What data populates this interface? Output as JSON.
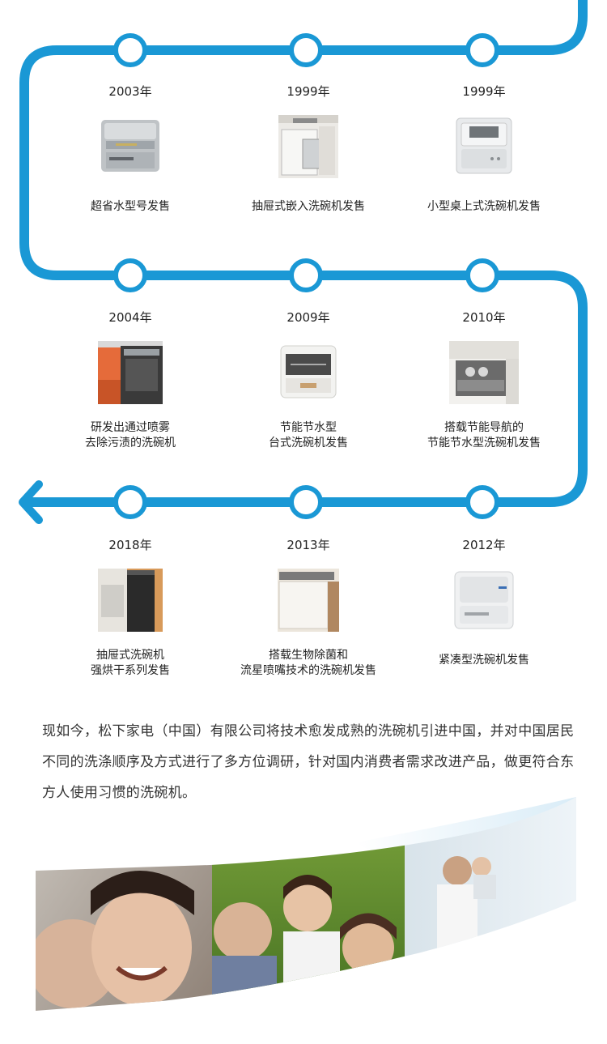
{
  "timeline": {
    "accent_color": "#1a98d5",
    "rows": [
      {
        "direction": "right-to-left",
        "milestones": [
          {
            "year": "2003年",
            "caption": "超省水型号发售",
            "icon": "countertop-dishwasher-silver"
          },
          {
            "year": "1999年",
            "caption": "抽屉式嵌入洗碗机发售",
            "icon": "drawer-dishwasher"
          },
          {
            "year": "1999年",
            "caption": "小型桌上式洗碗机发售",
            "icon": "compact-countertop-dishwasher"
          }
        ]
      },
      {
        "direction": "left-to-right",
        "milestones": [
          {
            "year": "2004年",
            "caption": "研发出通过喷雾\n去除污渍的洗碗机",
            "icon": "built-in-dishwasher-orange-kitchen"
          },
          {
            "year": "2009年",
            "caption": "节能节水型\n台式洗碗机发售",
            "icon": "countertop-dishwasher-white"
          },
          {
            "year": "2010年",
            "caption": "搭载节能导航的\n节能节水型洗碗机发售",
            "icon": "open-drawer-dishwasher"
          }
        ]
      },
      {
        "direction": "right-to-left",
        "milestones": [
          {
            "year": "2018年",
            "caption": "抽屉式洗碗机\n强烘干系列发售",
            "icon": "black-drawer-dishwasher"
          },
          {
            "year": "2013年",
            "caption": "搭载生物除菌和\n流星喷嘴技术的洗碗机发售",
            "icon": "white-drawer-dishwasher"
          },
          {
            "year": "2012年",
            "caption": "紧凑型洗碗机发售",
            "icon": "compact-dishwasher-white"
          }
        ]
      }
    ]
  },
  "intro": {
    "text": "现如今，松下家电（中国）有限公司将技术愈发成熟的洗碗机引进中国，并对中国居民不同的洗涤顺序及方式进行了多方位调研，针对国内消费者需求改进产品，做更符合东方人使用习惯的洗碗机。"
  },
  "banner": {
    "photos": [
      "smiling-girls-photo",
      "grandparents-with-child-photo",
      "father-with-baby-photo"
    ]
  }
}
